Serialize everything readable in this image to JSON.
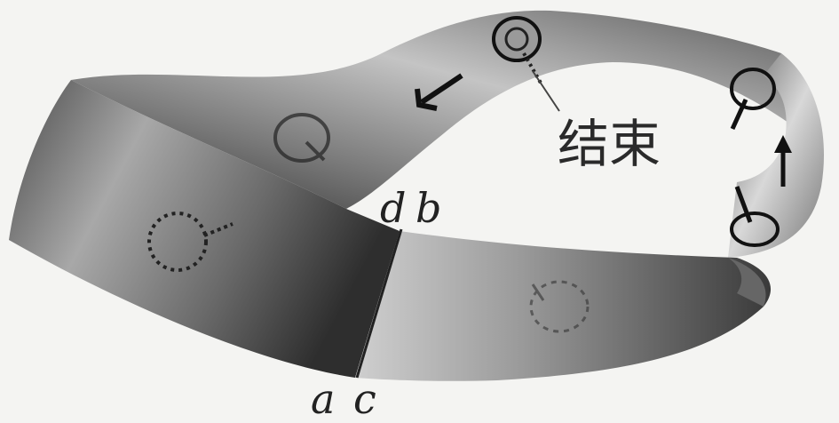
{
  "figure": {
    "end_label": "结束",
    "point_labels": {
      "a": "a",
      "b": "b",
      "c": "c",
      "d": "d"
    },
    "icon": "mobius-strip-with-rolling-coin",
    "colors": {
      "background": "#f4f4f2",
      "strip_dark": "#3c3c3c",
      "strip_mid": "#8a8a8a",
      "strip_light": "#d6d6d6",
      "ink": "#222222"
    }
  }
}
